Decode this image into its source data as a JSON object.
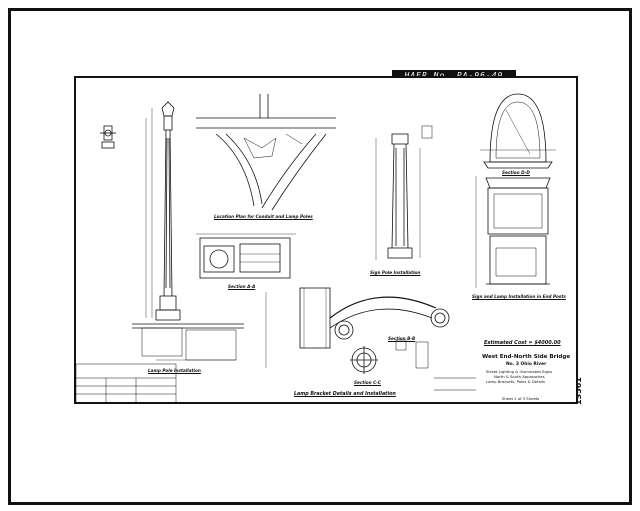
{
  "haer_number": "HAER No. PA-96-49",
  "side_number": "13561",
  "views": {
    "lamp_pole": "Lamp Pole Installation",
    "location_plan": "Location Plan for Conduit and Lamp Poles",
    "section_aa": "Section A-A",
    "sign_pole": "Sign Pole Installation",
    "section_dd": "Section D-D",
    "sign_lamp_end_posts": "Sign and Lamp Installation in End Posts",
    "section_bb": "Section B-B",
    "section_cc": "Section C-C",
    "bracket": "Lamp Bracket Details and Installation"
  },
  "title_block": {
    "estimated_cost": "Estimated Cost = $4000.00",
    "bridge_name": "West End-North Side Bridge",
    "bridge_number": "No. 3 Ohio River",
    "line1": "Street Lighting & Illuminated Signs",
    "line2": "North & South Approaches",
    "line3": "Lamp Brackets, Poles & Details",
    "sheet": "Sheet 1 of 3 Sheets"
  }
}
